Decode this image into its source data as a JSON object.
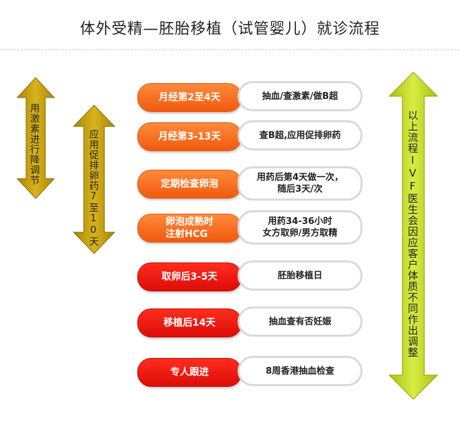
{
  "title": "体外受精—胚胎移植（试管婴儿）就诊流程",
  "colors": {
    "arrow_fill": "#c9a10e",
    "arrow_fill_green": "#c7df2a",
    "step_orange": "#f26c1e",
    "step_red": "#e3140b",
    "desc_border": "#d9d9d9"
  },
  "arrows": {
    "left1": "用激素进行降调节",
    "left2": "应用促排卵药7至10天",
    "right": "以上流程IVF医生会因应客户体质不同作出调整"
  },
  "steps": [
    {
      "step": "月经第2至4天",
      "desc_line1": "抽血/查激素/做B超",
      "desc_line2": ""
    },
    {
      "step": "月经第3-13天",
      "desc_line1": "查B超,应用促排卵药",
      "desc_line2": ""
    },
    {
      "step": "定期检查卵泡",
      "desc_line1": "用药后第4天做一次，",
      "desc_line2": "随后3天/次"
    },
    {
      "step_line1": "卵泡成熟时",
      "step_line2": "注射HCG",
      "desc_line1": "用药34-36小时",
      "desc_line2": "女方取卵/男方取精"
    },
    {
      "step": "取卵后3-5天",
      "desc_line1": "胚胎移植日",
      "desc_line2": ""
    },
    {
      "step": "移植后14天",
      "desc_line1": "抽血查有否妊娠",
      "desc_line2": ""
    },
    {
      "step": "专人跟进",
      "desc_line1": "8周香港抽血检查",
      "desc_line2": ""
    }
  ]
}
